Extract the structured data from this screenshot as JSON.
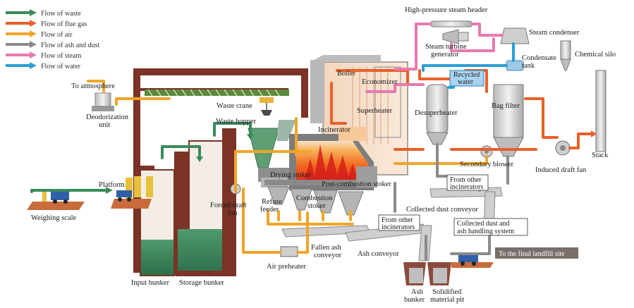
{
  "legend": [
    {
      "label": "Flow of waste",
      "color": "#3a8a5a"
    },
    {
      "label": "Flow of flue gas",
      "color": "#e8602a"
    },
    {
      "label": "Flow of air",
      "color": "#f0a52a"
    },
    {
      "label": "Flow of ash and dust",
      "color": "#8a8a8a"
    },
    {
      "label": "Flow of steam",
      "color": "#e67ab0"
    },
    {
      "label": "Flow of water",
      "color": "#2a9fd6"
    }
  ],
  "labels": {
    "high_pressure_steam_header": "High-pressure steam header",
    "steam_turbine_line1": "Steam turbine",
    "steam_turbine_line2": "generator",
    "steam_condenser": "Steam condenser",
    "condensate_tank_line1": "Condensate",
    "condensate_tank_line2": "tank",
    "chemical_silo": "Chemical silo",
    "boiler": "Boiler",
    "economizer": "Economizer",
    "recycled_water_line1": "Recycled",
    "recycled_water_line2": "water",
    "superheater": "Superheater",
    "desuperheater": "Desuperheater",
    "bag_filter": "Bag filter",
    "to_atmosphere": "To atmosphere",
    "deodorization_line1": "Deodorization",
    "deodorization_line2": "unit",
    "waste_crane": "Waste crane",
    "waste_hopper": "Waste hopper",
    "incinerator": "Incinerator",
    "secondary_blower": "Secondary blower",
    "stack": "Stack",
    "induced_draft_fan": "Induced draft fan",
    "platform": "Platform",
    "weighing_scale": "Weighing scale",
    "drying_stoker": "Drying stoker",
    "post_combustion_stoker": "Post-combustion stoker",
    "from_other_incinerators_1_line1": "From other",
    "from_other_incinerators_1_line2": "incinerators",
    "forced_draft_fan_line1": "Forced draft",
    "forced_draft_fan_line2": "fan",
    "refuse_feeder_line1": "Refuse",
    "refuse_feeder_line2": "feeder",
    "combustion_stoker_line1": "Combustion",
    "combustion_stoker_line2": "stoker",
    "collected_dust_conveyor": "Collected dust conveyor",
    "from_other_incinerators_2_line1": "From other",
    "from_other_incinerators_2_line2": "incinerators",
    "collected_dust_ash_line1": "Collected dust and",
    "collected_dust_ash_line2": "ash handling system",
    "fallen_ash_line1": "Fallen ash",
    "fallen_ash_line2": "conveyor",
    "ash_conveyor": "Ash conveyor",
    "to_final_landfill": "To the final landfill site",
    "air_preheater": "Air preheater",
    "input_bunker": "Input bunker",
    "storage_bunker": "Storage bunker",
    "ash_bunker_line1": "Ash",
    "ash_bunker_line2": "bunker",
    "solidified_line1": "Solidified",
    "solidified_line2": "material pit"
  }
}
